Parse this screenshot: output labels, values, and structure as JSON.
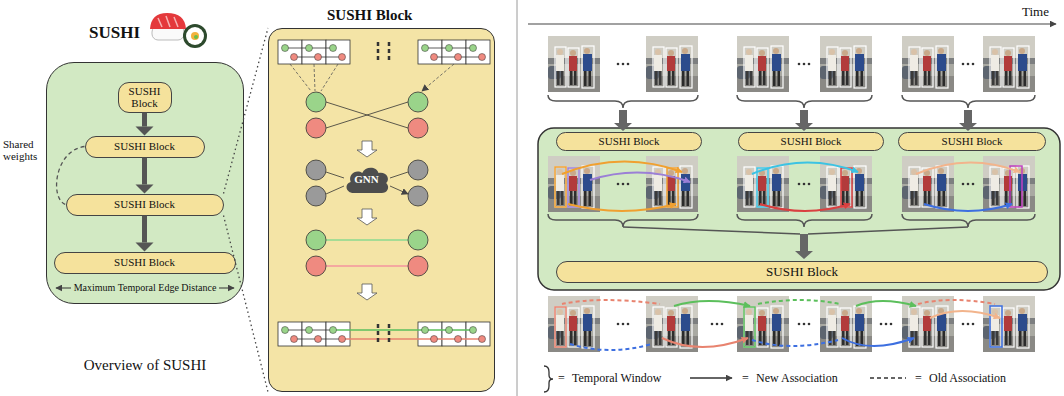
{
  "diagram": {
    "caption": "Overview of SUSHI",
    "nodes": [
      {
        "text": [
          "SUSHI"
        ]
      },
      {
        "text": [
          "SUSHI Block"
        ],
        "in": 0
      },
      {
        "text": [
          "SUSHI Block"
        ],
        "in": 0
      },
      {
        "text": [
          "SUSHI Block"
        ],
        "in": 0
      },
      {
        "text": [
          "SUSHI Block"
        ],
        "in": 0
      },
      {
        "text": [
          "SUSHI Block"
        ]
      },
      {
        "text": [
          "GNN"
        ],
        "in": 5
      },
      {
        "text": [
          "SUSHI Block"
        ]
      },
      {
        "text": [
          "SUSHI Block"
        ]
      },
      {
        "text": [
          "SUSHI Block"
        ]
      },
      {
        "text": [
          "SUSHI Block"
        ]
      }
    ],
    "edges": [
      {
        "from": 1,
        "to": 2,
        "arrow": "to"
      },
      {
        "from": 2,
        "to": 3,
        "arrow": "to"
      },
      {
        "from": 3,
        "to": 4,
        "arrow": "to"
      },
      {
        "from": 2,
        "to": 3,
        "label": "Shared weights",
        "arrow": "none"
      },
      {
        "from": 3,
        "to": 5,
        "arrow": "none"
      }
    ],
    "labels": [
      "Maximum Temporal Edge Distance",
      "Time",
      "=",
      "=",
      "="
    ],
    "legend": [
      {
        "text": "Temporal Window"
      },
      {
        "text": "New Association"
      },
      {
        "text": "Old Association"
      }
    ]
  }
}
